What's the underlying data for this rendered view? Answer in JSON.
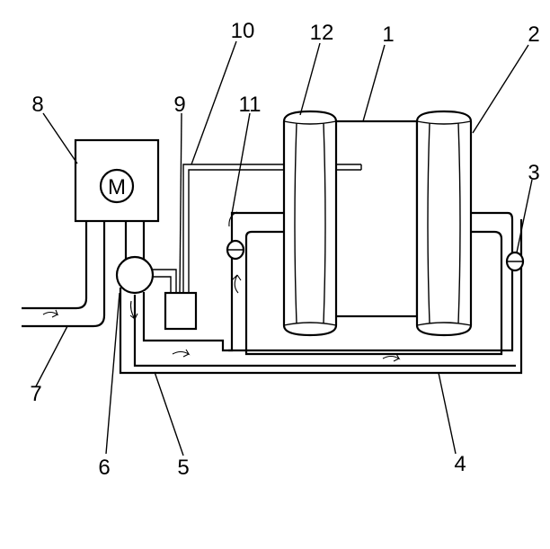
{
  "motor_symbol": "M",
  "callouts": {
    "c1": "1",
    "c2": "2",
    "c3": "3",
    "c4": "4",
    "c5": "5",
    "c6": "6",
    "c7": "7",
    "c8": "8",
    "c9": "9",
    "c10": "10",
    "c11": "11",
    "c12": "12"
  },
  "icons": [
    "flow-arrow-icon",
    "check-valve-icon",
    "motor-icon",
    "pump-icon"
  ]
}
